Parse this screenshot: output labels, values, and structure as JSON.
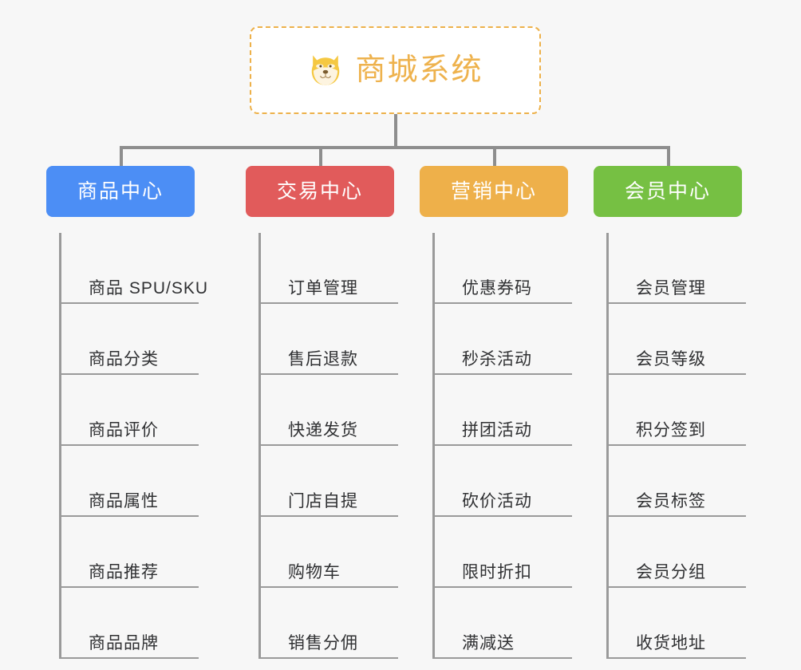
{
  "page": {
    "background_color": "#f7f7f7",
    "connector_color": "#8e8e8e"
  },
  "root": {
    "title": "商城系统",
    "icon": "shiba-dog-face-icon",
    "border_color": "#edb14a",
    "text_color": "#eeb24d",
    "background_color": "#ffffff"
  },
  "categories": [
    {
      "label": "商品中心",
      "color": "#4c8ef5",
      "items": [
        "商品 SPU/SKU",
        "商品分类",
        "商品评价",
        "商品属性",
        "商品推荐",
        "商品品牌"
      ]
    },
    {
      "label": "交易中心",
      "color": "#e15b5b",
      "items": [
        "订单管理",
        "售后退款",
        "快递发货",
        "门店自提",
        "购物车",
        "销售分佣"
      ]
    },
    {
      "label": "营销中心",
      "color": "#eeb04a",
      "items": [
        "优惠券码",
        "秒杀活动",
        "拼团活动",
        "砍价活动",
        "限时折扣",
        "满减送"
      ]
    },
    {
      "label": "会员中心",
      "color": "#76c043",
      "items": [
        "会员管理",
        "会员等级",
        "积分签到",
        "会员标签",
        "会员分组",
        "收货地址"
      ]
    }
  ]
}
